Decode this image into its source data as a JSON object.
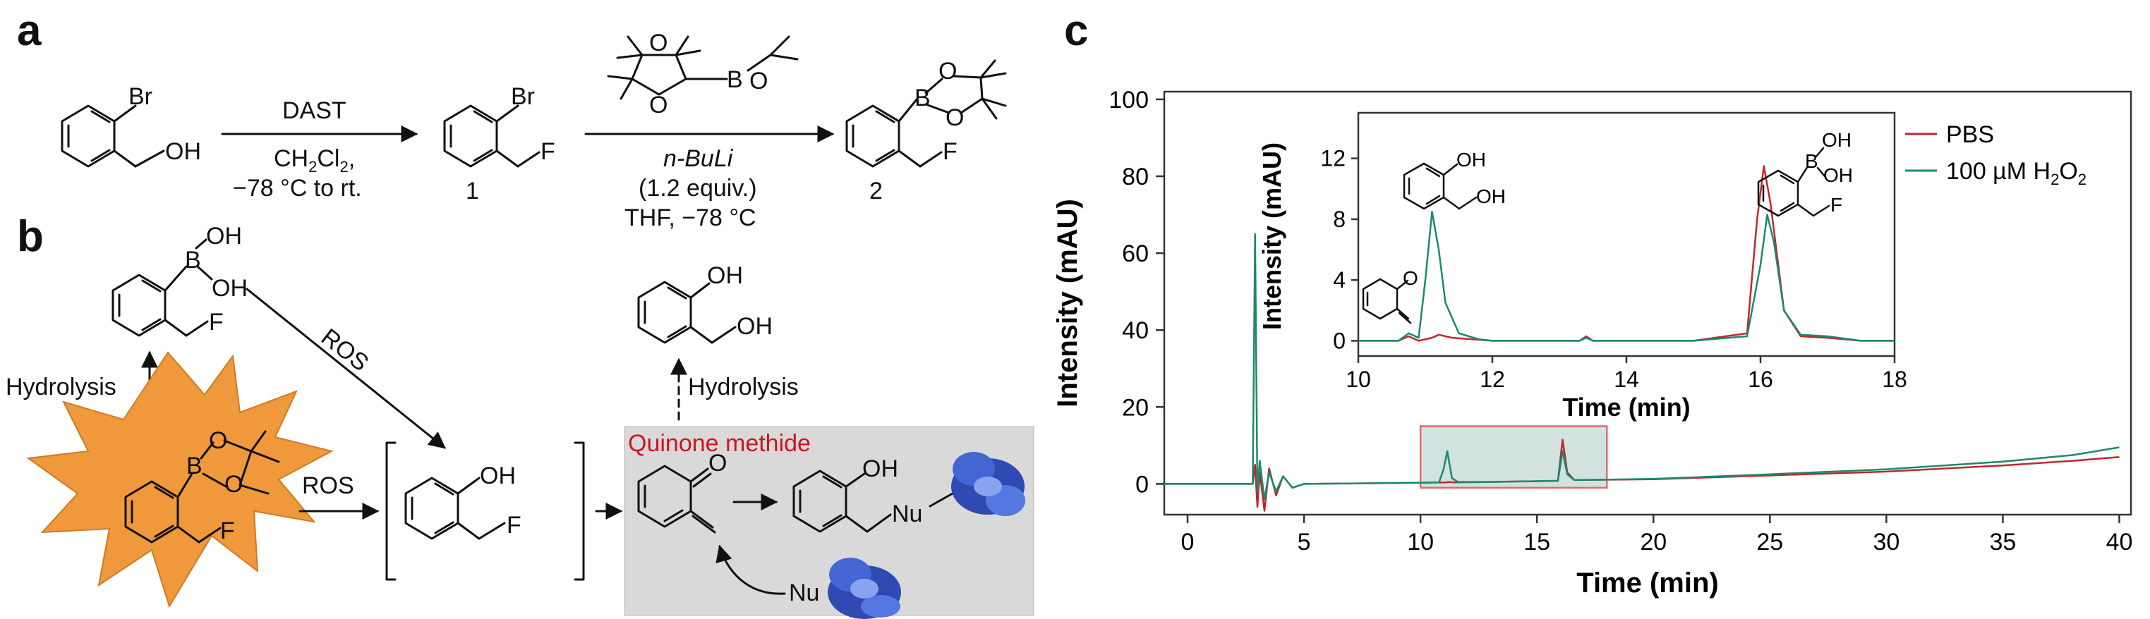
{
  "panels": {
    "a": "a",
    "b": "b",
    "c": "c"
  },
  "scheme_a": {
    "sm_br": "Br",
    "sm_oh": "OH",
    "reagent1": "DAST",
    "cond1_solvent": "CH2Cl2,",
    "cond1_temp": "−78 °C to rt.",
    "cmpd1_br": "Br",
    "cmpd1_f": "F",
    "cmpd1_num": "1",
    "reagent2_b": "B",
    "reagent2_o1": "O",
    "reagent2_o2": "O",
    "reagent2_o3": "O",
    "base": "n-BuLi",
    "equiv": "(1.2 equiv.)",
    "cond2": "THF, −78 °C",
    "cmpd2_b": "B",
    "cmpd2_o1": "O",
    "cmpd2_o2": "O",
    "cmpd2_f": "F",
    "cmpd2_num": "2"
  },
  "scheme_b": {
    "boronic_b": "B",
    "boronic_oh1": "OH",
    "boronic_oh2": "OH",
    "boronic_f": "F",
    "hydrolysis_left": "Hydrolysis",
    "ros_diag": "ROS",
    "ros_horiz": "ROS",
    "probe_b": "B",
    "probe_o1": "O",
    "probe_o2": "O",
    "probe_f": "F",
    "inter_oh": "OH",
    "inter_f": "F",
    "quinone_label": "Quinone methide",
    "qm_o": "O",
    "adduct_oh": "OH",
    "adduct_nu": "Nu",
    "nu_bottom": "Nu",
    "diol_oh1": "OH",
    "diol_oh2": "OH",
    "hydrolysis_top": "Hydrolysis"
  },
  "colors": {
    "pbs": "#c0272d",
    "h2o2": "#1a8a6e",
    "orange": "#f0993c",
    "quinone_box": "#d9d9d9",
    "highlight_box": "#2e7d6f",
    "quinone_text": "#c8171e"
  },
  "chart_data": {
    "type": "line",
    "title": "",
    "xlabel": "Time (min)",
    "ylabel": "Intensity (mAU)",
    "xlim": [
      -1,
      40.5
    ],
    "ylim": [
      -8,
      102
    ],
    "xticks": [
      0,
      5,
      10,
      15,
      20,
      25,
      30,
      35,
      40
    ],
    "yticks": [
      0,
      20,
      40,
      60,
      80,
      100
    ],
    "legend_position": "top-right",
    "legend": [
      "PBS",
      "100 µM H2O2"
    ],
    "legend_h2o2_main": "100 µM H",
    "legend_h2o2_sub1": "2",
    "legend_h2o2_o": "O",
    "legend_h2o2_sub2": "2",
    "series": [
      {
        "name": "PBS",
        "x": [
          -1,
          2.8,
          2.9,
          3.0,
          3.1,
          3.3,
          3.5,
          3.8,
          4.1,
          4.5,
          5,
          10,
          11.1,
          11.25,
          11.4,
          13,
          15.9,
          16.1,
          16.3,
          16.6,
          20,
          25,
          30,
          35,
          38,
          40
        ],
        "y": [
          0,
          0,
          5,
          -6,
          3,
          -7,
          4,
          -3,
          2,
          -1,
          0,
          0.3,
          0.4,
          0.5,
          0.4,
          0.5,
          0.8,
          11.5,
          3,
          1,
          1.2,
          2.2,
          3.2,
          4.8,
          6,
          7
        ]
      },
      {
        "name": "100 µM H2O2",
        "x": [
          -1,
          2.8,
          2.9,
          3.0,
          3.1,
          3.3,
          3.5,
          3.8,
          4.1,
          4.5,
          5,
          10,
          10.8,
          11.0,
          11.15,
          11.35,
          11.6,
          13,
          15.9,
          16.1,
          16.3,
          16.6,
          20,
          25,
          30,
          35,
          38,
          40
        ],
        "y": [
          0,
          0,
          65,
          -2,
          6,
          -4,
          3,
          -2,
          2,
          -1,
          0,
          0.3,
          0.4,
          4,
          8.5,
          1.5,
          0.5,
          0.5,
          0.8,
          8.5,
          2.5,
          1,
          1.3,
          2.5,
          3.8,
          5.8,
          7.5,
          9.5
        ]
      }
    ],
    "highlight": {
      "x": [
        10,
        18
      ],
      "y": [
        -1,
        15
      ]
    },
    "inset": {
      "xlabel": "Time (min)",
      "ylabel": "Intensity (mAU)",
      "xlim": [
        10,
        18
      ],
      "ylim": [
        -1,
        15
      ],
      "xticks": [
        10,
        12,
        14,
        16,
        18
      ],
      "yticks": [
        0,
        4,
        8,
        12
      ],
      "series": [
        {
          "name": "PBS",
          "x": [
            10,
            10.6,
            10.75,
            10.9,
            11.1,
            11.2,
            11.4,
            12,
            13.3,
            13.4,
            13.5,
            15,
            15.8,
            15.95,
            16.05,
            16.15,
            16.35,
            16.6,
            17,
            17.5,
            18
          ],
          "y": [
            0,
            0,
            0.3,
            0,
            0.2,
            0.4,
            0.2,
            0,
            0,
            0.3,
            0,
            0,
            0.5,
            8,
            11.5,
            9,
            2,
            0.3,
            0.2,
            0,
            0
          ]
        },
        {
          "name": "100 µM H2O2",
          "x": [
            10,
            10.6,
            10.75,
            10.9,
            11.0,
            11.1,
            11.2,
            11.3,
            11.5,
            11.8,
            12,
            13.3,
            13.4,
            13.5,
            15,
            15.8,
            16.0,
            16.1,
            16.2,
            16.35,
            16.6,
            17,
            17.5,
            18
          ],
          "y": [
            0,
            0,
            0.5,
            0.2,
            4,
            8.5,
            6,
            2.5,
            0.5,
            0.1,
            0,
            0,
            0.2,
            0,
            0,
            0.3,
            5,
            8.3,
            6.5,
            2,
            0.4,
            0.3,
            0,
            0
          ]
        }
      ],
      "mol_left_top_oh1": "OH",
      "mol_left_top_oh2": "OH",
      "mol_left_bottom_o": "O",
      "mol_right_b": "B",
      "mol_right_oh1": "OH",
      "mol_right_oh2": "OH",
      "mol_right_f": "F"
    }
  }
}
